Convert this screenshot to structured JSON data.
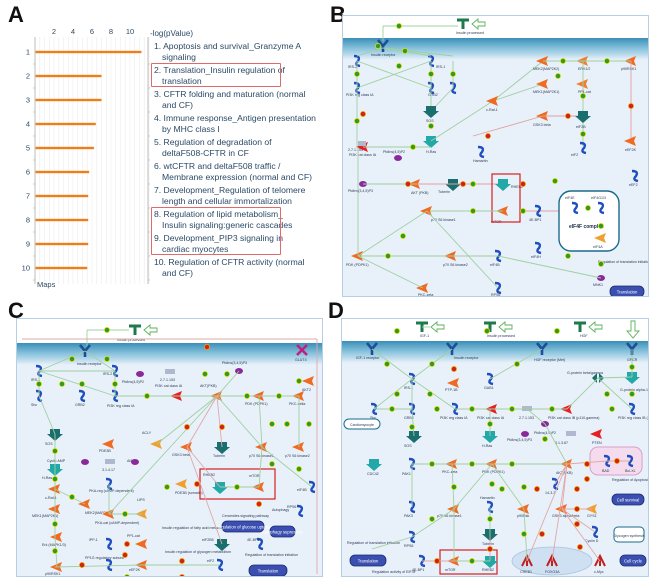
{
  "figure": {
    "panel_labels": [
      "A",
      "B",
      "C",
      "D"
    ]
  },
  "chart_data": {
    "type": "bar",
    "orientation": "horizontal",
    "title": "",
    "xlabel": "-log(pValue)",
    "ylabel": "Maps",
    "xlim": [
      0,
      12
    ],
    "x_ticks": [
      2,
      4,
      6,
      8,
      10
    ],
    "grid": true,
    "categories": [
      "1",
      "2",
      "3",
      "4",
      "5",
      "6",
      "7",
      "8",
      "9",
      "10"
    ],
    "values": [
      11.2,
      7.0,
      7.0,
      6.4,
      6.2,
      5.7,
      5.6,
      5.6,
      5.6,
      5.5
    ],
    "bar_color": "#ef7d1a",
    "map_names": [
      "1. Apoptosis and survival_Granzyme A signaling",
      "2. Translation_Insulin regulation of translation",
      "3. CFTR folding and maturation (normal and CF)",
      "4. Immune response_Antigen presentation by MHC class I",
      "5. Regulation of degradation of deltaF508-CFTR in CF",
      "6. wtCFTR and deltaF508 traffic / Membrane expression (normal and CF)",
      "7. Development_Regulation of telomere length and cellular immortalization",
      "8. Regulation of lipid metabolism_ Insulin signaling:generic cascades",
      "9. Development_PIP3 signaling in cardiac myocytes",
      "10. Regulation of CFTR activity (normal and CF)"
    ],
    "map_lines": [
      [
        "1. Apoptosis and survival_Granzyme A",
        "signaling"
      ],
      [
        "2. Translation_Insulin regulation of",
        "translation"
      ],
      [
        "3. CFTR folding and maturation (normal",
        "and CF)"
      ],
      [
        "4. Immune response_Antigen presentation",
        "by MHC class I"
      ],
      [
        "5. Regulation of degradation of",
        "deltaF508-CFTR in CF"
      ],
      [
        "6. wtCFTR and deltaF508 traffic /",
        "Membrane expression (normal and CF)"
      ],
      [
        "7. Development_Regulation of telomere",
        "length and cellular immortalization"
      ],
      [
        "8. Regulation of lipid metabolism_",
        "Insulin signaling:generic cascades"
      ],
      [
        "9. Development_PIP3 signaling in",
        "cardiac myocytes"
      ],
      [
        "10. Regulation of CFTR activity (normal",
        "and CF)"
      ]
    ],
    "highlighted_maps": [
      2,
      8,
      9
    ],
    "highlight_color": "#e06a6a"
  },
  "pathways": {
    "B": {
      "ligand": "Insulin processed",
      "receptor": "Insulin receptor",
      "nodes": [
        "IRS-2",
        "IRS-1",
        "PI3K reg class IA",
        "GRB2",
        "Shc",
        "SOS",
        "H-Ras",
        "PI3K cat class IA",
        "2.7.1.153",
        "PtdIns(4,5)P2",
        "PtdIns(3,4,5)P3",
        "AKT (PKB)",
        "Tuberin",
        "Hamartin",
        "RHEB2",
        "mTOR",
        "p70 S6 kinase1",
        "p70 S6 kinase2",
        "PDK (PDPK1)",
        "PKC-zeta",
        "MEK2(MAP2K2)",
        "MEK1(MAP2K1)",
        "c-Raf-1",
        "ERK1/2",
        "PP1-cat",
        "p90RSK1",
        "GSK3 beta",
        "eIF2B",
        "eIF2",
        "eEF2K",
        "eEF2",
        "4E-BP1",
        "eIF4E",
        "eIF4G1/3",
        "eIF4A",
        "eIF4B",
        "RPS6",
        "eIF4H",
        "MNK1"
      ],
      "complex": "eIF4F complex",
      "process_labels": [
        "Regulation of translation initiation"
      ],
      "outcomes": [
        "Translation"
      ],
      "highlight_box": [
        "RHEB2",
        "mTOR"
      ]
    },
    "C": {
      "ligand": "Insulin processed",
      "receptor": "Insulin receptor",
      "nodes": [
        "IRS-1",
        "IRS-2",
        "Shc",
        "GRB2",
        "PI3K reg class IA",
        "PI3K cat class IA",
        "PtdIns(4,5)P2",
        "2.7.1.153",
        "PtdIns(3,4,5)P3",
        "AKT(PKB)",
        "AKT2",
        "PDK (PDPK1)",
        "PKC-delta",
        "GLUT4",
        "SOS",
        "H-Ras",
        "c-Raf-1",
        "MEK1(MAP2K1)",
        "MEK2(MAP2K2)",
        "Erk (MAPK1/3)",
        "p90RSK1",
        "Cyclic AMP",
        "AMP",
        "3.1.4.17",
        "PDE3B",
        "PKA-reg (cAMP-dependent)",
        "PKA-cat (cAMP-dependent)",
        "LIPS",
        "ACLY",
        "GSK3 beta",
        "Tuberin",
        "PDE3B (somatic)",
        "RHEB2",
        "mTOR",
        "p70 S6 kinase1",
        "p70 S6 kinase2",
        "eIF4B",
        "RPS6",
        "4E-BP1",
        "eIF2B5",
        "eIF2",
        "eEF2K",
        "iPP-1",
        "PP1-cat",
        "PP1G regulatory subunit"
      ],
      "process_labels": [
        "Ceramides signaling pathway",
        "Autophagy",
        "Insulin regulation of fatty acid metabolism",
        "Insulin regulation of glycogen metabolism",
        "Regulation of translation initiation"
      ],
      "outcomes": [
        "Regulation of glucose uptake",
        "Autophagy supression",
        "Translation"
      ],
      "highlight_box": [
        "RHEB2",
        "mTOR"
      ]
    },
    "D": {
      "ligands": [
        "IGF-1",
        "Insulin processed",
        "HGF"
      ],
      "receptors": [
        "IGF-1 receptor",
        "Insulin receptor",
        "HGF receptor (Met)",
        "GPCR"
      ],
      "nodes": [
        "IRS-1",
        "PTP-1B",
        "GAB1",
        "Shc",
        "GRB2",
        "SOS",
        "H-Ras",
        "PI3K reg class IA",
        "PI3K cat class IA",
        "2.7.1.153",
        "PI3K cat class IB (p110-gamma)",
        "PI3K reg class IB (p101)",
        "G-protein beta/gamma",
        "G-protein alpha-12 family",
        "PtdIns(4,5)P2",
        "PtdIns(3,4,5)P3",
        "3.1.3.67",
        "PTEN",
        "CDC42",
        "PAK1",
        "PKC-zeta",
        "PDK (PDPK1)",
        "AKT(PKB)",
        "BAD",
        "Bcl-XL",
        "14-3-3",
        "GSK3 alpha/beta",
        "GYS1",
        "Cyclin D",
        "PAK3",
        "p70 S6 kinase1",
        "Hamartin",
        "Tuberin",
        "p90Rsk",
        "RPS6",
        "4E-BP1",
        "mTOR",
        "RHEB2",
        "CREB1",
        "FOXO3A",
        "c-Myc"
      ],
      "process_labels": [
        "Cardiomyocyte",
        "Regulation of Apoptosis by Mitochondrial Proteins",
        "Regulation of translation initiation",
        "Regulation activity of EIF4F"
      ],
      "outcomes": [
        "Cell survival",
        "Glycogen synthesis",
        "Cell cycle",
        "Translation"
      ],
      "highlight_box": [
        "mTOR",
        "RHEB2"
      ]
    }
  }
}
